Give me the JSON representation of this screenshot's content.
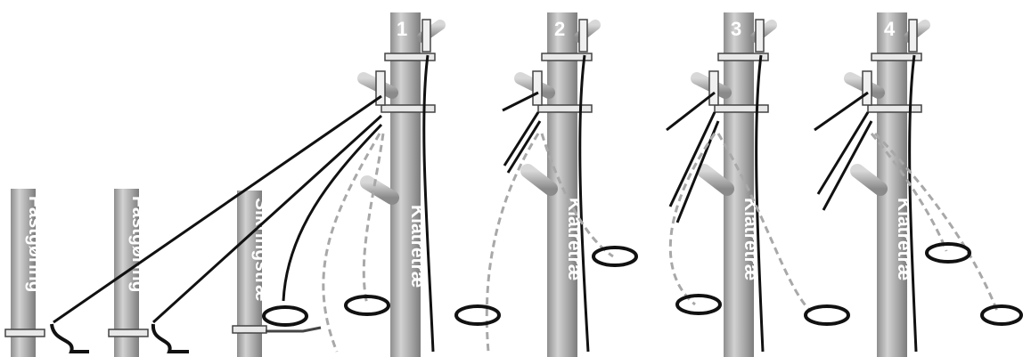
{
  "labels": {
    "anchor_1": "Fastgøring",
    "anchor_2": "Fastgøring",
    "belay_tree": "Sikringstræ",
    "climb_tree_1": "Klatretræ",
    "climb_tree_2": "Klatretræ",
    "climb_tree_3": "Klatretræ",
    "climb_tree_4": "Klatretræ"
  },
  "steps": [
    "1",
    "2",
    "3",
    "4"
  ],
  "colors": {
    "trunk": "#a4a4a4",
    "trunk_light": "#cfcfcf",
    "rope": "#111111",
    "dashed_rope": "#a8a8a8",
    "text": "#ffffff"
  }
}
